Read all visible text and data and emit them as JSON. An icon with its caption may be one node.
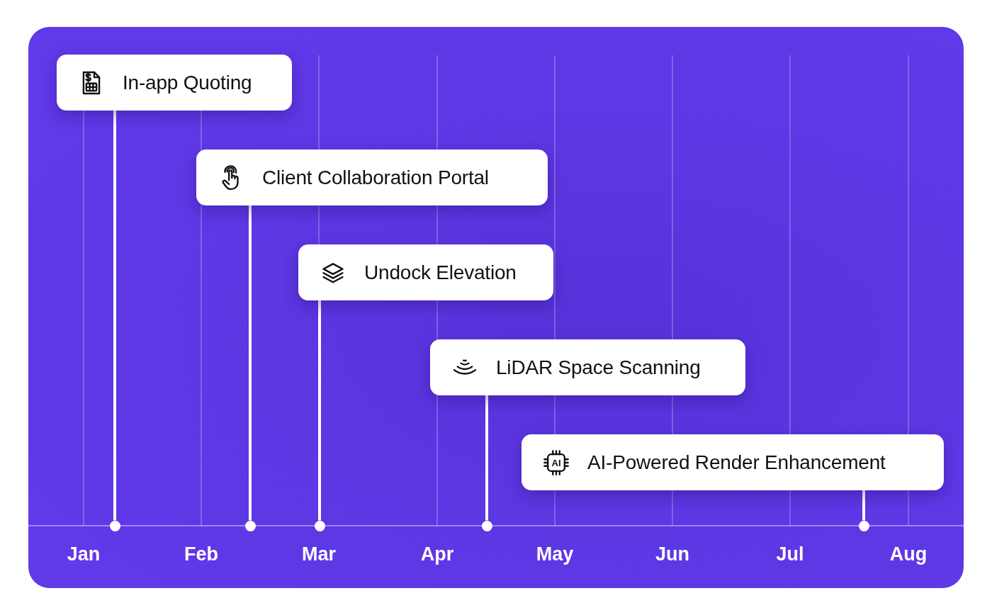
{
  "diagram": {
    "nodes": [
      {
        "text": [
          "In-app Quoting"
        ]
      },
      {
        "text": [
          "Client Collaboration Portal"
        ]
      },
      {
        "text": [
          "Undock Elevation"
        ]
      },
      {
        "text": [
          "LiDAR Space Scanning"
        ]
      },
      {
        "text": [
          "AI",
          "AI-Powered Render Enhancement"
        ]
      },
      {
        "text": [],
        "shape": "circle"
      },
      {
        "text": [],
        "shape": "circle"
      },
      {
        "text": [],
        "shape": "circle"
      },
      {
        "text": [],
        "shape": "circle"
      },
      {
        "text": [],
        "shape": "circle"
      }
    ],
    "edges": [
      {
        "from": 0,
        "to": 5,
        "arrow": "none"
      },
      {
        "from": 1,
        "to": 6,
        "arrow": "none"
      },
      {
        "from": 2,
        "to": 7,
        "arrow": "none"
      },
      {
        "from": 3,
        "to": 8,
        "arrow": "none"
      },
      {
        "from": 4,
        "to": 9,
        "arrow": "none"
      }
    ],
    "labels": [
      "Jan",
      "Feb",
      "Mar",
      "Apr",
      "May",
      "Jun",
      "Jul",
      "Aug"
    ]
  }
}
